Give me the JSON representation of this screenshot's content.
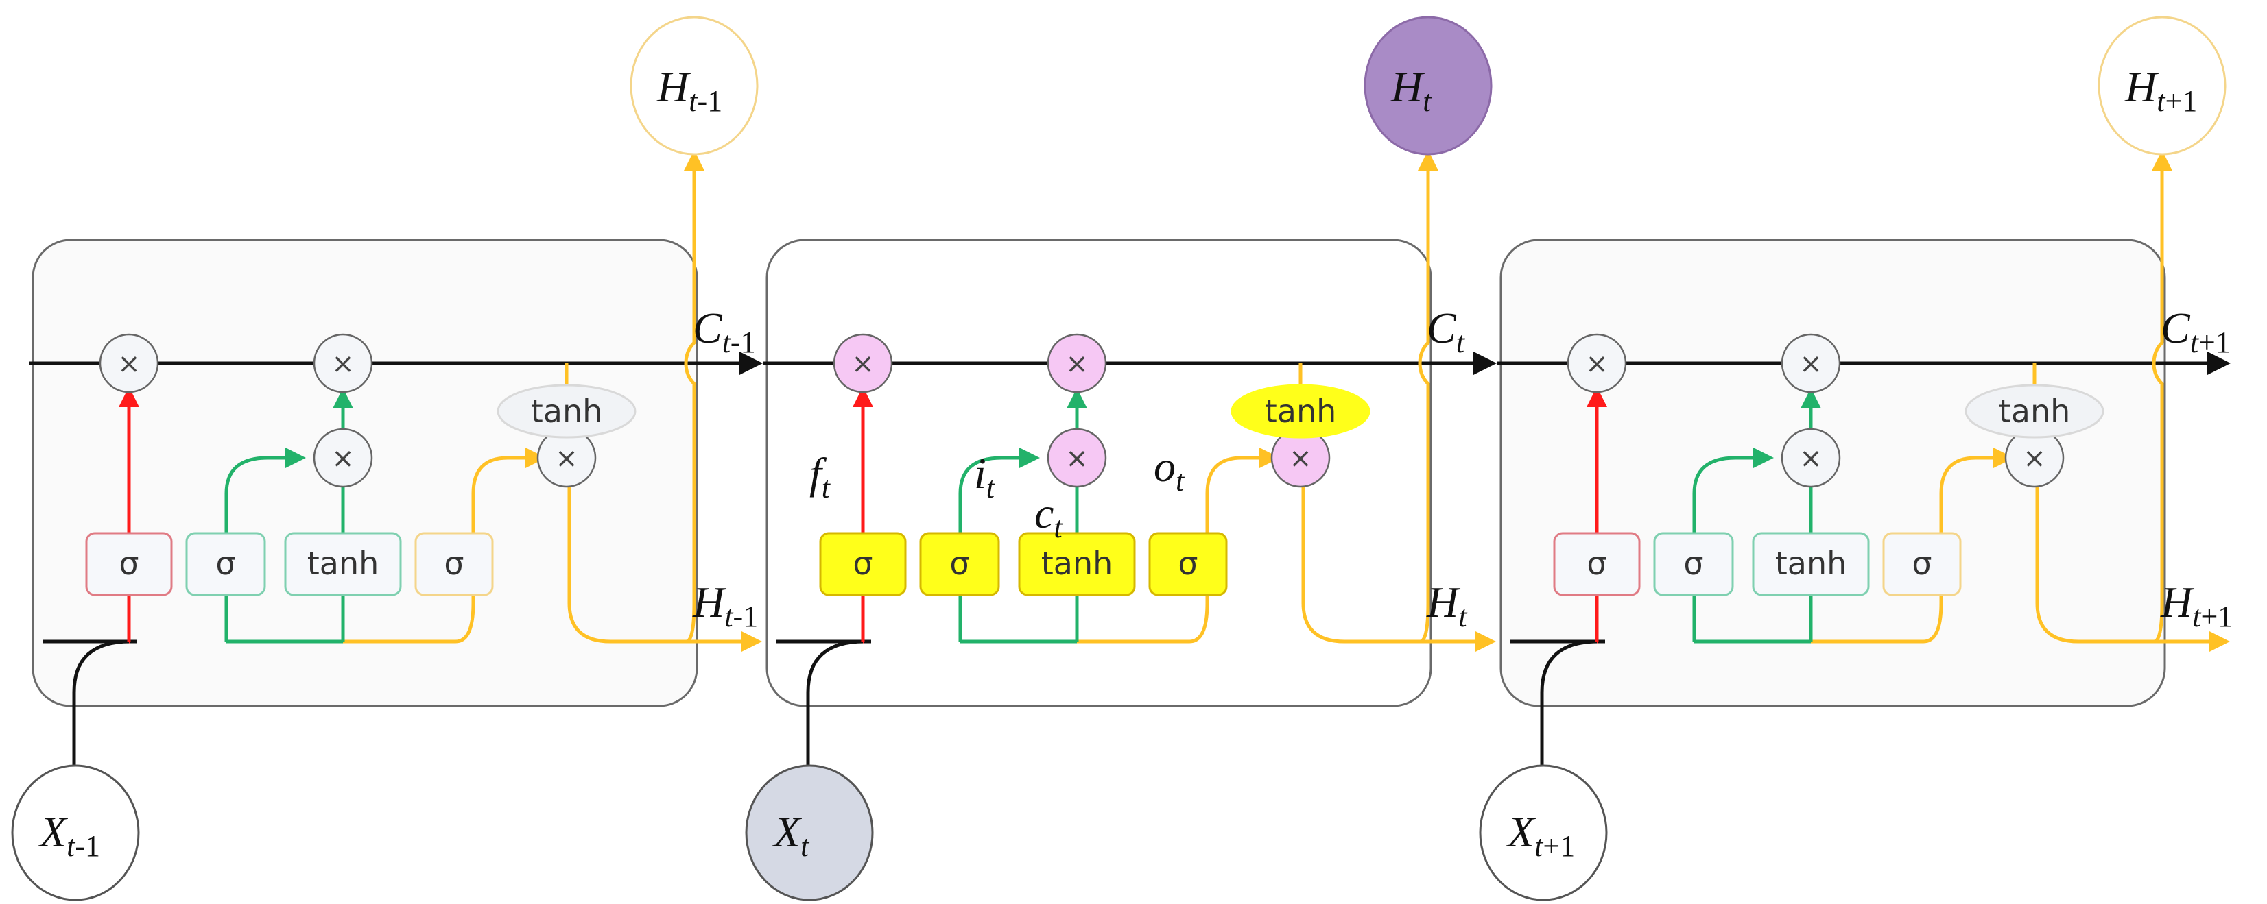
{
  "diagram": {
    "cells": [
      {
        "id": "prev",
        "highlighted": false,
        "gates": {
          "forget": "σ",
          "input": "σ",
          "candidate": "tanh",
          "output": "σ"
        },
        "cell_tanh": "tanh",
        "multiply_symbol": "×",
        "labels": {
          "c_out": "C",
          "c_out_sub": "t-1",
          "h_out": "H",
          "h_out_sub": "t-1"
        },
        "input_node": {
          "label": "X",
          "sub": "t-1"
        },
        "output_node": {
          "label": "H",
          "sub": "t-1"
        }
      },
      {
        "id": "current",
        "highlighted": true,
        "gates": {
          "forget": "σ",
          "input": "σ",
          "candidate": "tanh",
          "output": "σ"
        },
        "cell_tanh": "tanh",
        "multiply_symbol": "×",
        "gate_labels": {
          "f": "f",
          "i": "i",
          "c": "c",
          "o": "o",
          "sub": "t"
        },
        "labels": {
          "c_out": "C",
          "c_out_sub": "t",
          "h_out": "H",
          "h_out_sub": "t"
        },
        "input_node": {
          "label": "X",
          "sub": "t"
        },
        "output_node": {
          "label": "H",
          "sub": "t"
        }
      },
      {
        "id": "next",
        "highlighted": false,
        "gates": {
          "forget": "σ",
          "input": "σ",
          "candidate": "tanh",
          "output": "σ"
        },
        "cell_tanh": "tanh",
        "multiply_symbol": "×",
        "labels": {
          "c_out": "C",
          "c_out_sub": "t+1",
          "h_out": "H",
          "h_out_sub": "t+1"
        },
        "input_node": {
          "label": "X",
          "sub": "t+1"
        },
        "output_node": {
          "label": "H",
          "sub": "t+1"
        }
      }
    ],
    "colors": {
      "forget_path": "#ff1a1a",
      "input_path": "#22b26a",
      "output_path": "#ffc125",
      "highlight_gate": "#ffff1a",
      "highlight_multiply": "#f6c8f4",
      "current_input_node": "#d5d9e4",
      "current_output_node": "#a98bc6"
    }
  }
}
